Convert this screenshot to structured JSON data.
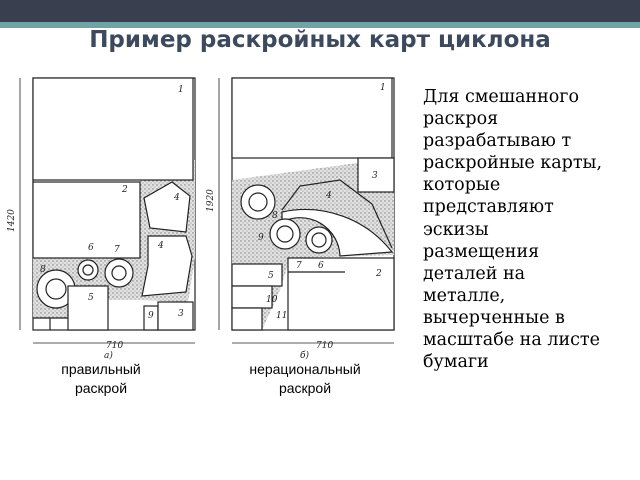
{
  "header": {
    "title": "Пример раскройных карт циклона"
  },
  "body": {
    "text": "Для смешанного раскроя разрабатываю т раскройные карты, которые представляют эскизы размещения деталей на металле, вычерченные в масштабе на листе бумаги"
  },
  "figures": {
    "caption_left": "правильный раскрой",
    "caption_right": "нерациональный раскрой",
    "left": {
      "subfig_label": "а)",
      "width_label": "710",
      "height_label": "1420",
      "part_labels": [
        "1",
        "2",
        "3",
        "4",
        "4",
        "5",
        "6",
        "7",
        "8",
        "9"
      ]
    },
    "right": {
      "subfig_label": "б)",
      "width_label": "710",
      "height_label": "1920",
      "part_labels": [
        "1",
        "2",
        "3",
        "4",
        "5",
        "6",
        "7",
        "8",
        "9",
        "10",
        "11"
      ]
    }
  }
}
